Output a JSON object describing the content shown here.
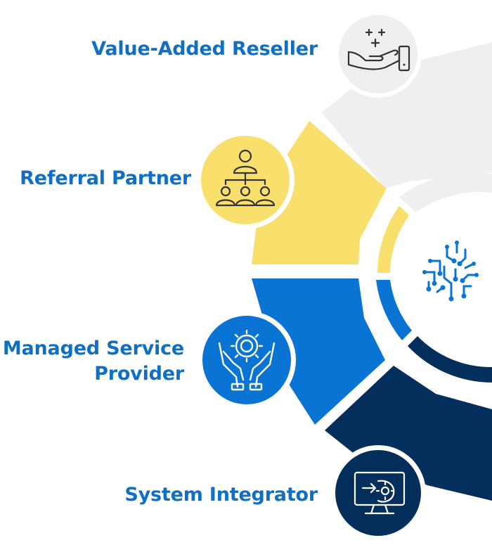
{
  "partners": [
    {
      "label": "Value-Added Reseller",
      "icon": "hand-sparkle-icon",
      "color": "#efefef",
      "circle": "#efefef",
      "icon_color": "#333333"
    },
    {
      "label": "Referral Partner",
      "icon": "org-chart-people-icon",
      "color": "#f9df6b",
      "circle": "#f9df6b",
      "icon_color": "#333333"
    },
    {
      "label_line1": "Managed Service",
      "label_line2": "Provider",
      "icon": "hands-gear-icon",
      "color": "#0a74d4",
      "circle": "#0a74d4",
      "icon_color": "#ffffff"
    },
    {
      "label": "System Integrator",
      "icon": "monitor-gear-icon",
      "color": "#042e5c",
      "circle": "#042e5c",
      "icon_color": "#ffffff"
    }
  ],
  "center_icon": "circuit-brain-icon",
  "colors": {
    "label_text": "#0f6fc6",
    "center_icon": "#0a74d4"
  }
}
